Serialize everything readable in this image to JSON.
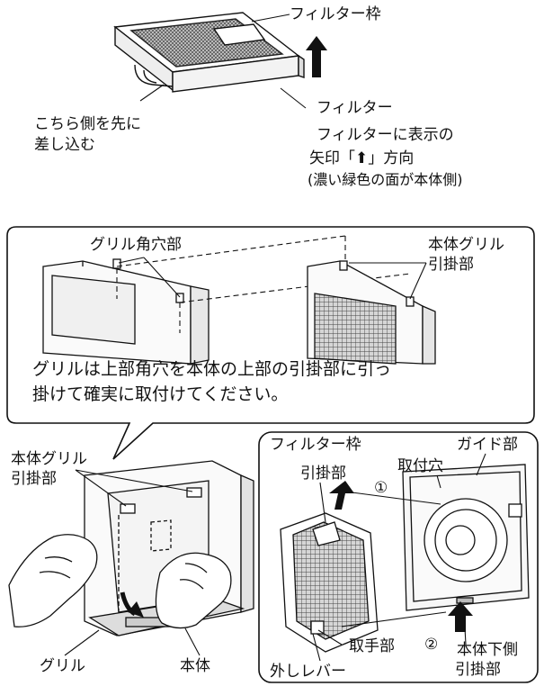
{
  "top_diagram": {
    "filter_frame": "フィルター枠",
    "filter": "フィルター",
    "insert_side_line1": "こちら側を先に",
    "insert_side_line2": "差し込む",
    "arrow_note_line1": "フィルターに表示の",
    "arrow_note_line2": "矢印「⬆」方向",
    "arrow_note_line3": "(濃い緑色の面が本体側)"
  },
  "mid_diagram": {
    "grille_square_hole": "グリル角穴部",
    "body_grille_hook_line1": "本体グリル",
    "body_grille_hook_line2": "引掛部",
    "instruction_line1": "グリルは上部角穴を本体の上部の引掛部に引っ",
    "instruction_line2": "掛けて確実に取付けてください。"
  },
  "bottom_left": {
    "body_grille_hook_line1": "本体グリル",
    "body_grille_hook_line2": "引掛部",
    "grille": "グリル",
    "body": "本体"
  },
  "bottom_right": {
    "filter_frame": "フィルター枠",
    "guide": "ガイド部",
    "hook": "引掛部",
    "mount_hole": "取付穴",
    "step1": "①",
    "step2": "②",
    "handle": "取手部",
    "release_lever": "外しレバー",
    "lower_hook_line1": "本体下側",
    "lower_hook_line2": "引掛部"
  }
}
